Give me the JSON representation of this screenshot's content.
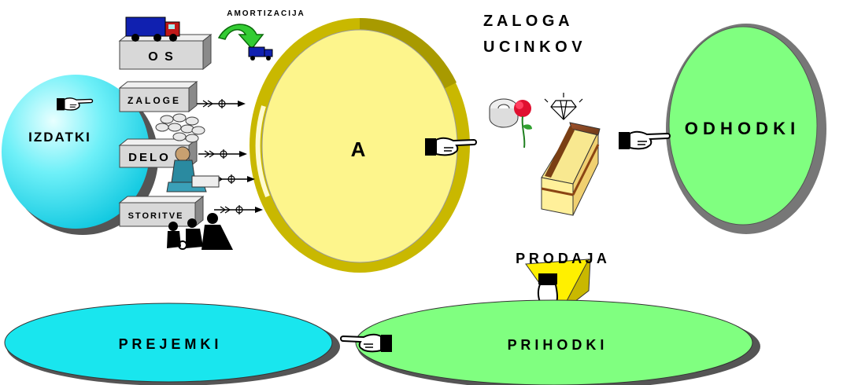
{
  "labels": {
    "amortizacija": "AMORTIZACIJA",
    "zaloga_line1": "Z A L O G A",
    "zaloga_line2": "U C I N K O V",
    "izdatki": "IZDATKI",
    "os": "O S",
    "zaloge": "ZALOGE",
    "delo": "DELO",
    "storitve": "STORITVE",
    "a": "A",
    "odhodki": "O D H O D K I",
    "prodaja": "P R O D A J A",
    "prejemki": "P R E J E M K I",
    "prihodki": "P R I H O D K I"
  },
  "colors": {
    "izdatki": "#2ee0f0",
    "a_circle": "#fdf58c",
    "a_rim": "#c9b800",
    "odhodki": "#80ff80",
    "odhodki_rim": "#8c8c8c",
    "prejemki": "#19e6ee",
    "prihodki": "#80ff80",
    "box": "#d8d8d8",
    "arrow_green": "#33cc33",
    "truck_blue": "#1020b0"
  },
  "icons": [
    "truck-icon",
    "small-truck-icon",
    "curved-arrow-icon",
    "pointing-hand-icon",
    "coins-icon",
    "person-icon",
    "people-group-icon",
    "tape-roll-icon",
    "rose-icon",
    "diamond-icon",
    "cake-slice-icon"
  ]
}
